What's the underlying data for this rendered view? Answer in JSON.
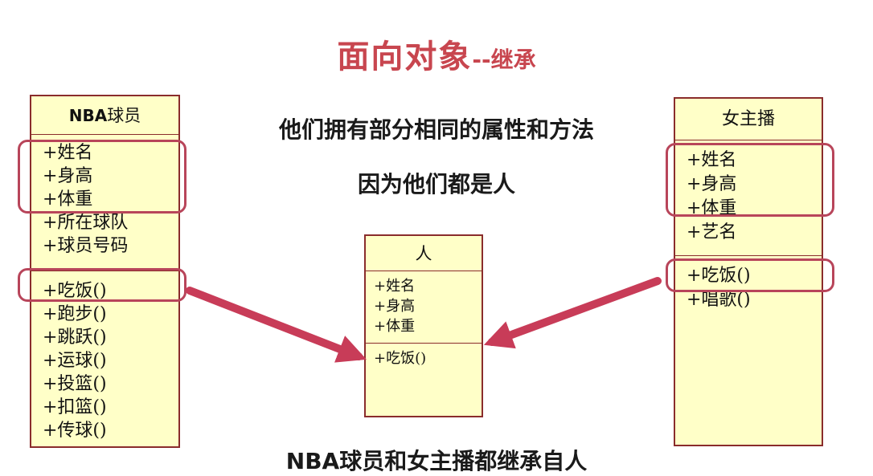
{
  "title": {
    "main": "面向对象",
    "sub": "--继承"
  },
  "captions": {
    "line1": "他们拥有部分相同的属性和方法",
    "line2": "因为他们都是人",
    "bottom": "NBA球员和女主播都继承自人"
  },
  "classes": {
    "nba": {
      "name_latin": "NBA",
      "name_cn": "球员",
      "attributes": [
        "+姓名",
        "+身高",
        "+体重",
        "+所在球队",
        "+球员号码"
      ],
      "methods": [
        "+吃饭()",
        "+跑步()",
        "+跳跃()",
        "+运球()",
        "+投篮()",
        "+扣篮()",
        "+传球()"
      ]
    },
    "person": {
      "name": "人",
      "attributes": [
        "+姓名",
        "+身高",
        "+体重"
      ],
      "methods": [
        "+吃饭()"
      ]
    },
    "host": {
      "name": "女主播",
      "attributes": [
        "+姓名",
        "+身高",
        "+体重",
        "+艺名"
      ],
      "methods": [
        "+吃饭()",
        "+唱歌()"
      ]
    }
  },
  "colors": {
    "title": "#c8464f",
    "highlight": "#b8455a",
    "arrow": "#c83c58",
    "box_fill": "#ffffc8",
    "box_border": "#8a2c2c"
  }
}
